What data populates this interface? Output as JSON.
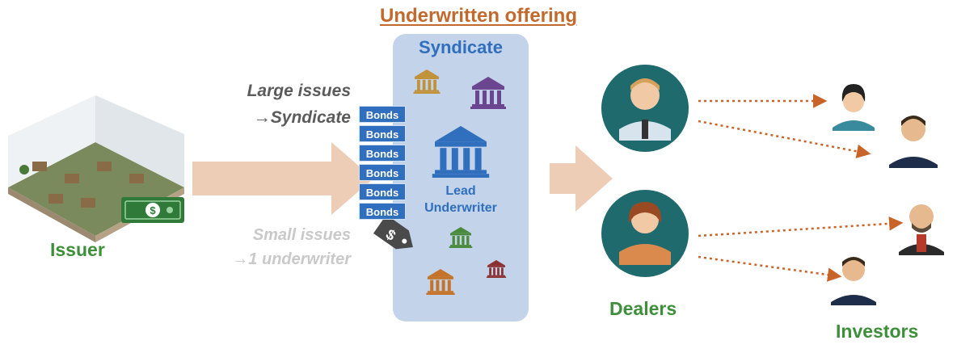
{
  "title": "Underwritten offering",
  "syndicate": {
    "label": "Syndicate",
    "lead_line1": "Lead",
    "lead_line2": "Underwriter"
  },
  "notes": {
    "large_line1": "Large issues",
    "large_line2": "→Syndicate",
    "small_line1": "Small issues",
    "small_line2": "→1 underwriter"
  },
  "bonds": [
    "Bonds",
    "Bonds",
    "Bonds",
    "Bonds",
    "Bonds",
    "Bonds"
  ],
  "price_tag_symbol": "$",
  "cash_symbol": "$",
  "labels": {
    "issuer": "Issuer",
    "dealers": "Dealers",
    "investors": "Investors"
  },
  "colors": {
    "title": "#c26a2d",
    "syndicate_bg": "#c3d3ea",
    "syndicate_text": "#2f6fbd",
    "group_label": "#3d8f3a",
    "arrow": "#edcdb6",
    "dotted_arrow": "#c8642a",
    "dealer_circle": "#1f6a6d"
  },
  "icons": {
    "issuer": "office-building-icon",
    "cash": "banknote-icon",
    "bank": "bank-building-icon",
    "price_tag": "price-tag-icon",
    "dealer": "dealer-person-icon",
    "investor": "investor-person-icon"
  }
}
